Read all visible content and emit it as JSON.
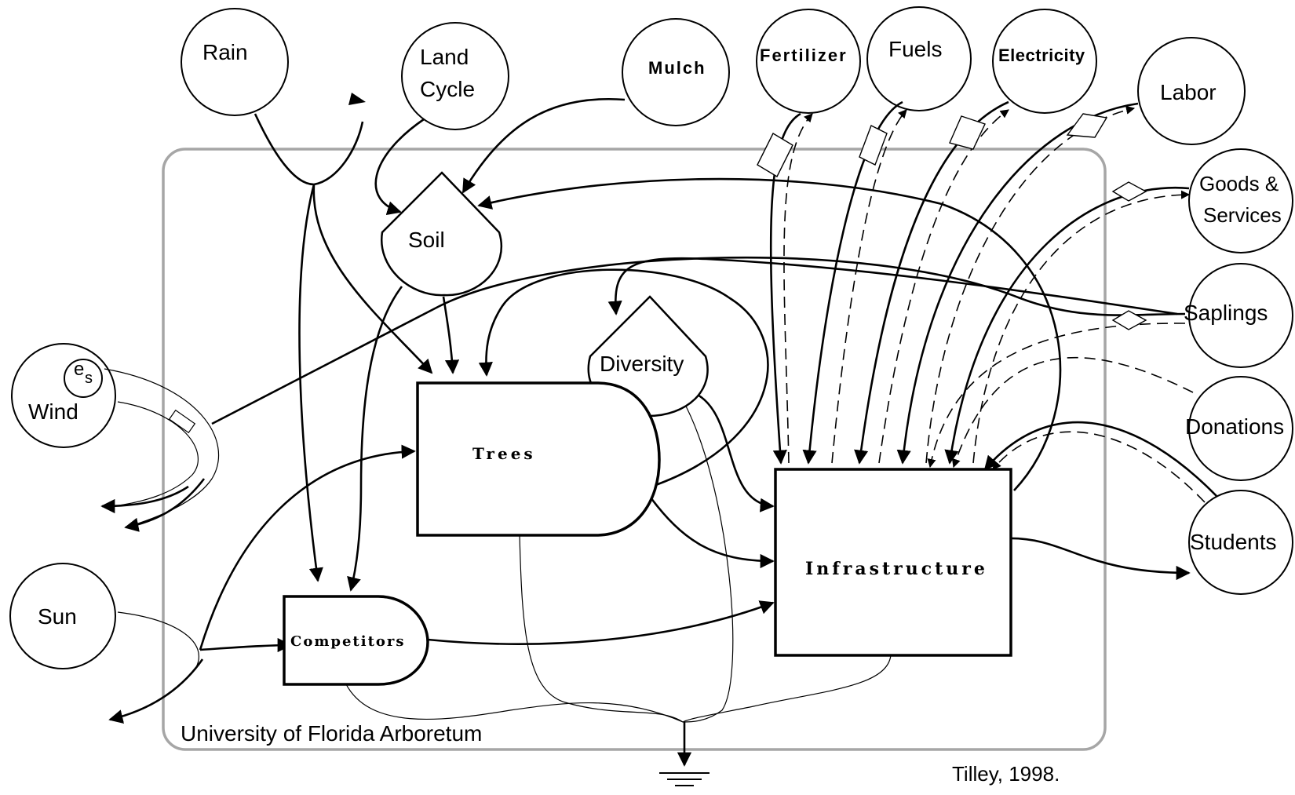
{
  "diagram": {
    "boundary_label": "University of Florida Arboretum",
    "credit": "Tilley, 1998.",
    "sources": {
      "rain": "Rain",
      "land_cycle_1": "Land",
      "land_cycle_2": "Cycle",
      "mulch": "Mulch",
      "fertilizer": "Fertilizer",
      "fuels": "Fuels",
      "electricity": "Electricity",
      "labor": "Labor",
      "goods_1": "Goods &",
      "goods_2": "Services",
      "saplings": "Saplings",
      "donations": "Donations",
      "students": "Students",
      "wind": "Wind",
      "wind_sub": "e",
      "wind_sub_s": "s",
      "sun": "Sun"
    },
    "storages": {
      "soil": "Soil",
      "diversity": "Diversity"
    },
    "producers": {
      "trees": "Trees",
      "competitors": "Competitors"
    },
    "infrastructure": "Infrastructure"
  }
}
